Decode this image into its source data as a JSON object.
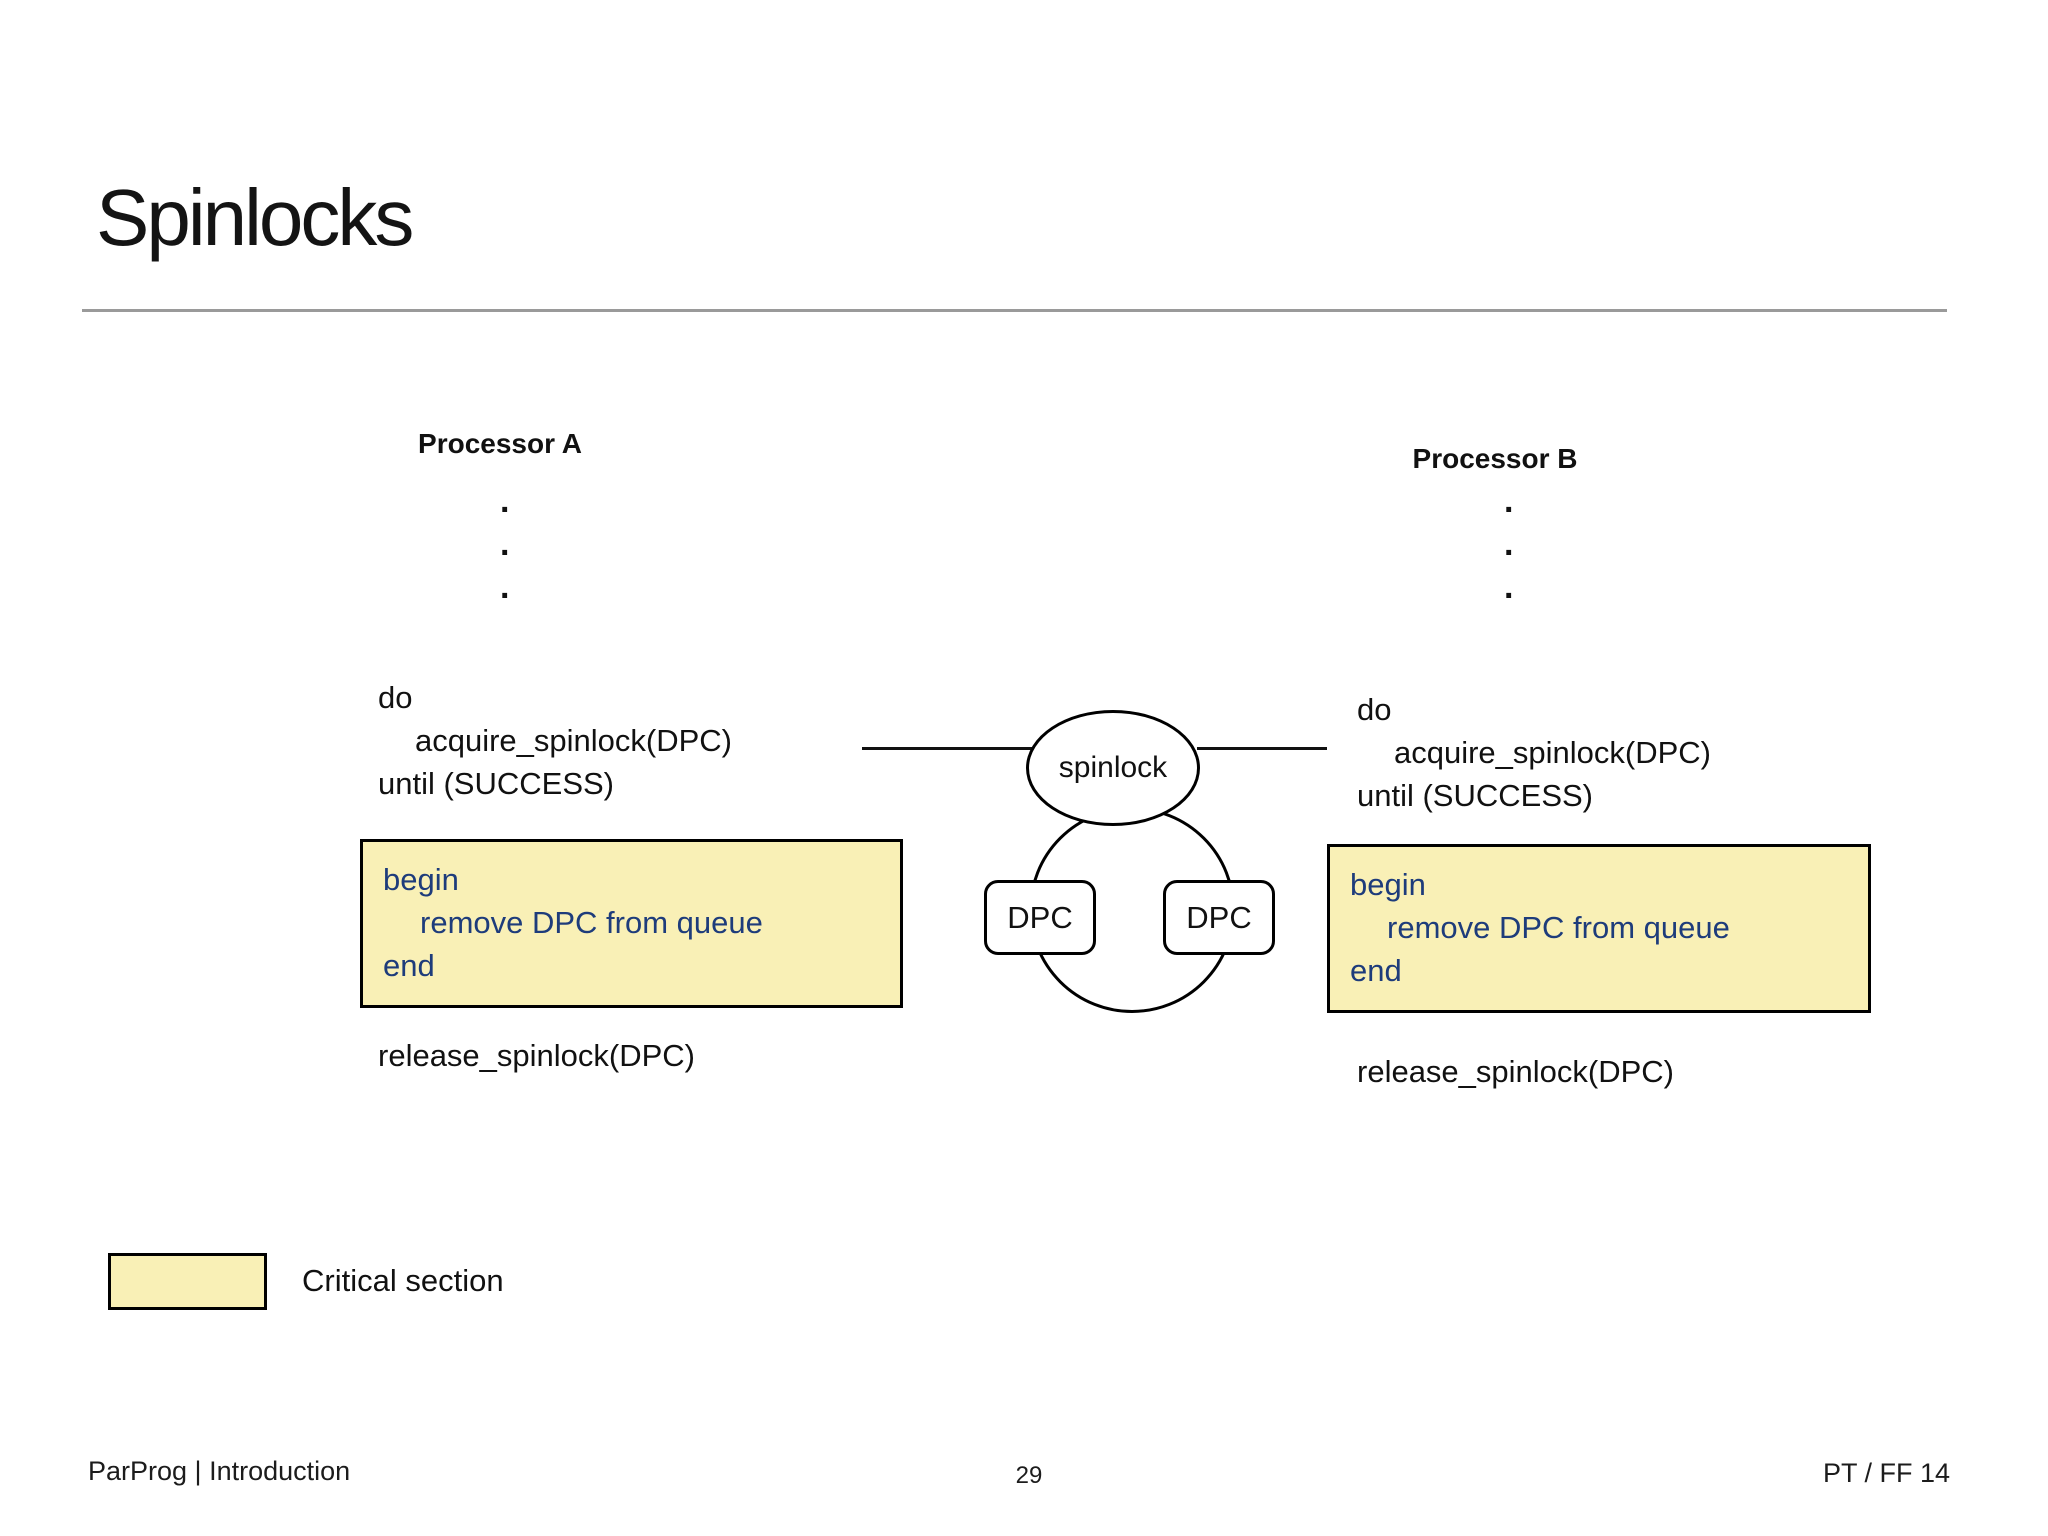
{
  "slide": {
    "title": "Spinlocks",
    "legend_label": "Critical section",
    "footer_left": "ParProg | Introduction",
    "page_number": "29",
    "footer_right": "PT / FF 14"
  },
  "processor_a": {
    "heading": "Processor A",
    "dots": [
      ".",
      ".",
      "."
    ],
    "loop": [
      "do",
      "acquire_spinlock(DPC)",
      "until (SUCCESS)"
    ],
    "critical": [
      "begin",
      "remove DPC from queue",
      "end"
    ],
    "release": "release_spinlock(DPC)"
  },
  "processor_b": {
    "heading": "Processor B",
    "dots": [
      ".",
      ".",
      "."
    ],
    "loop": [
      "do",
      "acquire_spinlock(DPC)",
      "until (SUCCESS)"
    ],
    "critical": [
      "begin",
      "remove DPC from queue",
      "end"
    ],
    "release": "release_spinlock(DPC)"
  },
  "diagram": {
    "lock_label": "spinlock",
    "queue_items": [
      "DPC",
      "DPC"
    ]
  },
  "colors": {
    "critical_fill": "#F9F0B6",
    "critical_text_blue": "#1E3C7B",
    "divider_gray": "#9A9A9A",
    "stroke_black": "#000000"
  }
}
